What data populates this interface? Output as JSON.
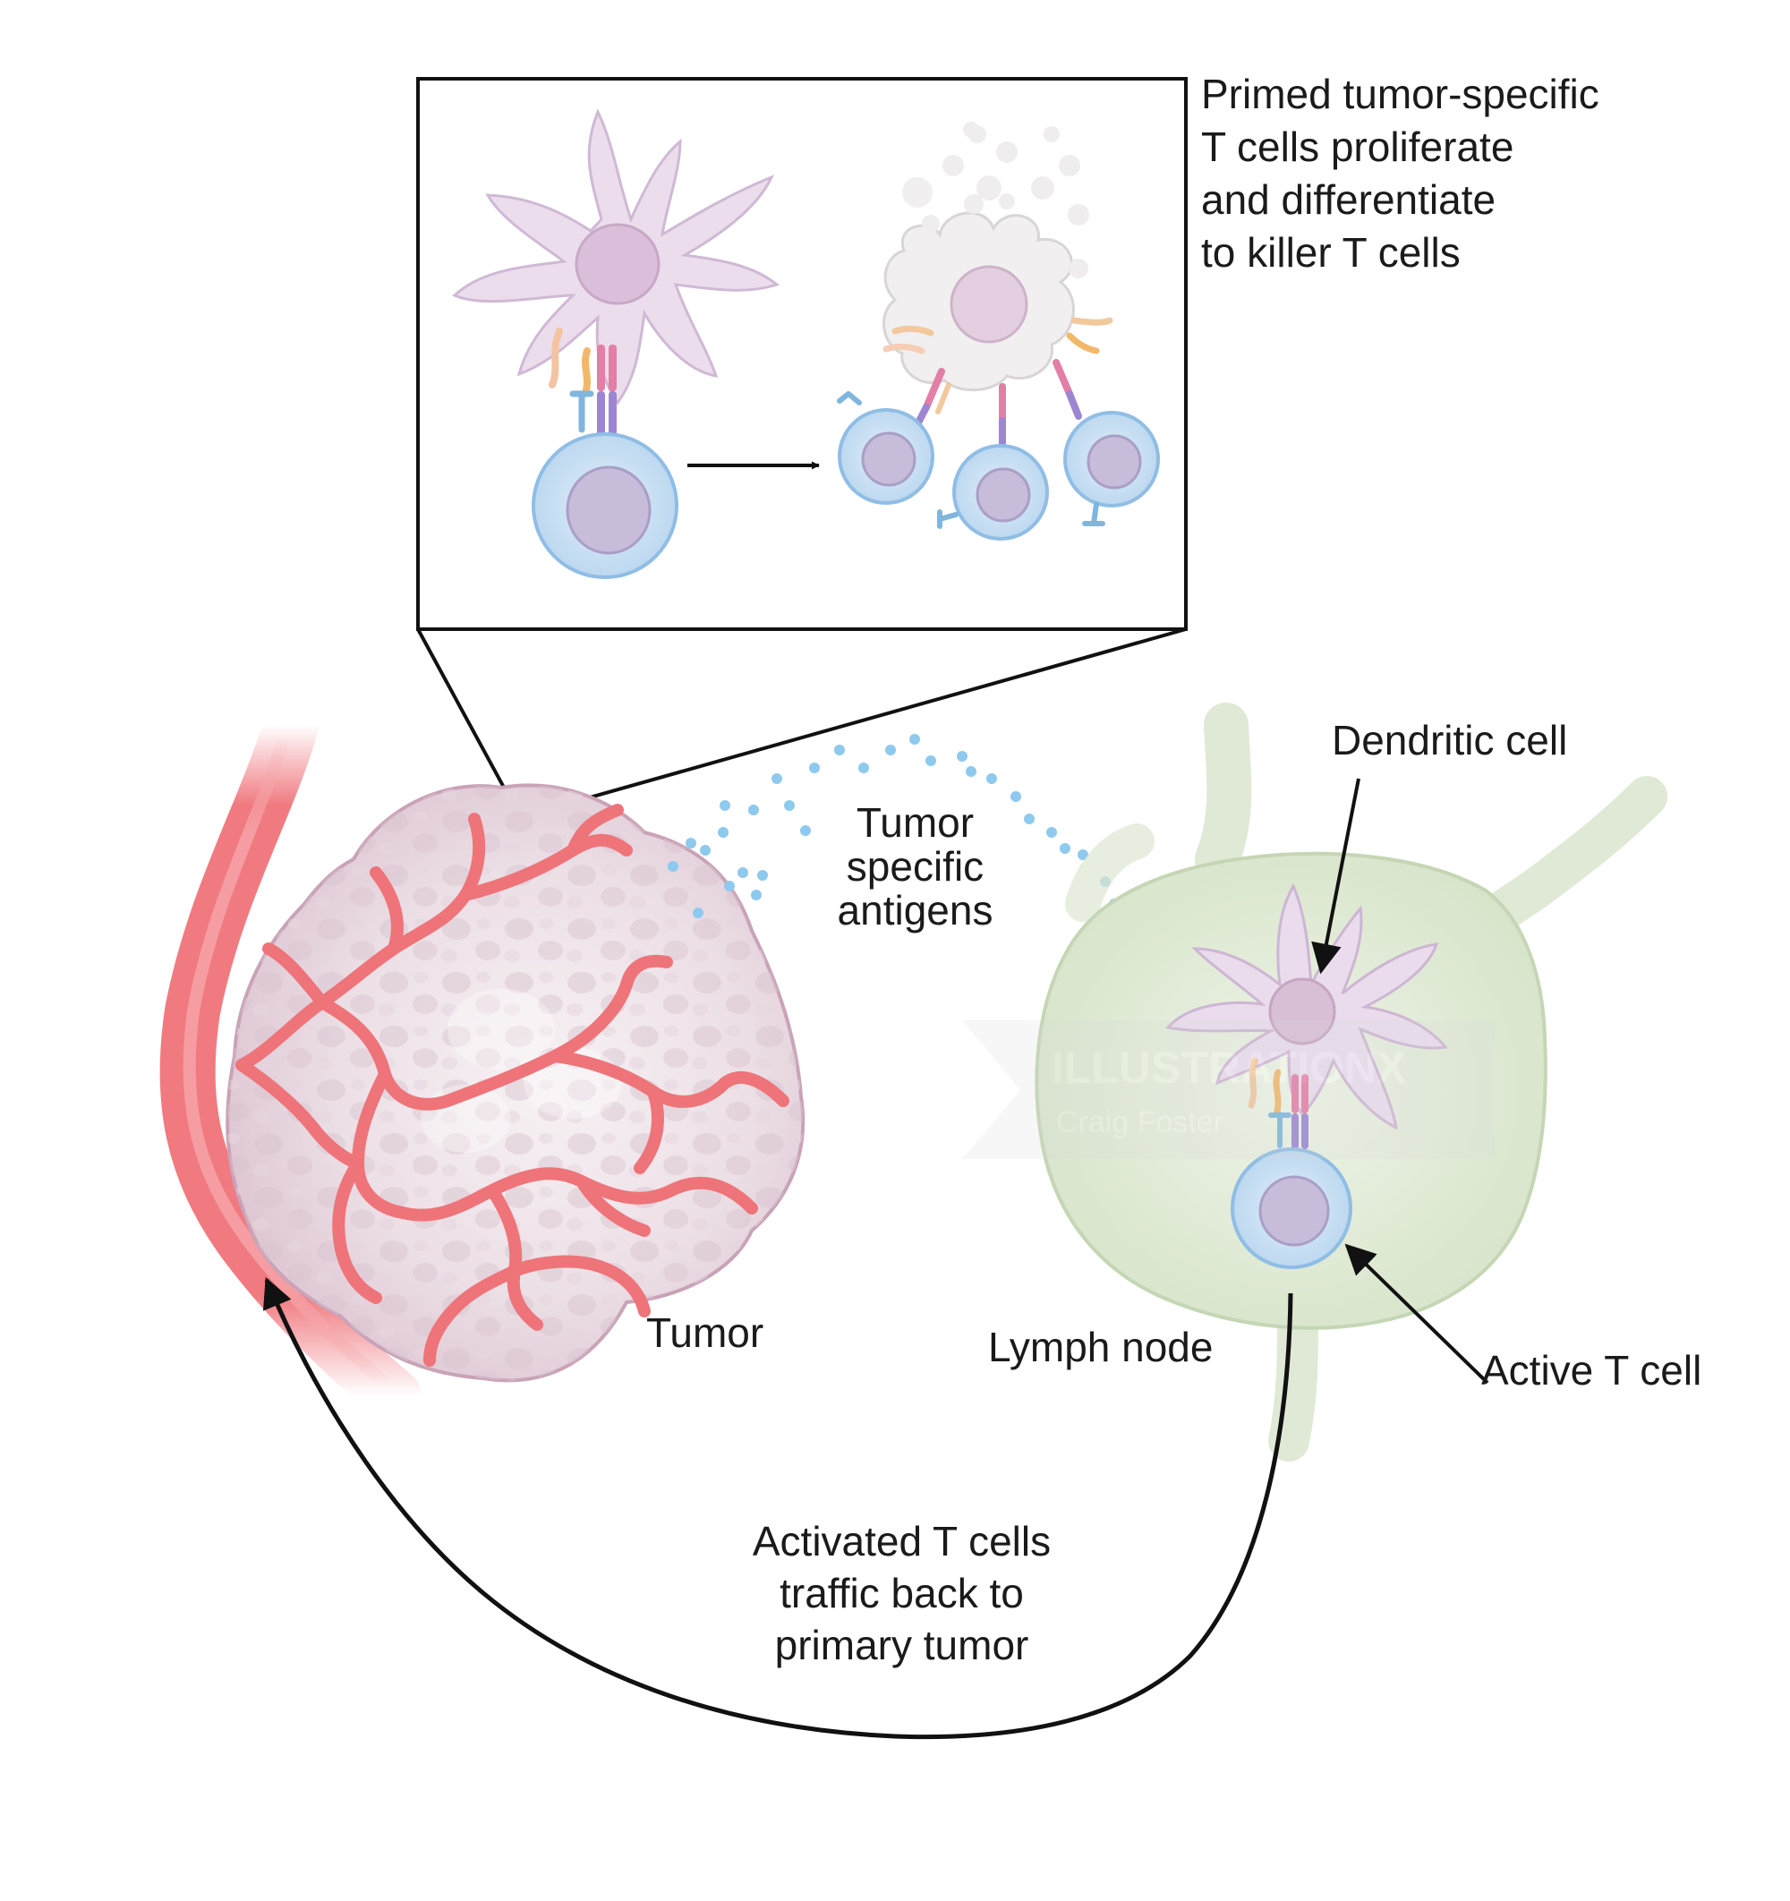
{
  "labels": {
    "inset_caption": "Primed tumor-specific\nT cells proliferate\nand differentiate\nto killer T cells",
    "dendritic_cell": "Dendritic cell",
    "tumor_specific_antigens": "Tumor\nspecific\nantigens",
    "tumor": "Tumor",
    "lymph_node": "Lymph node",
    "active_t_cell": "Active T cell",
    "trafficking": "Activated T cells\ntraffic back to\nprimary tumor",
    "watermark": "ILLUSTRATIONX",
    "watermark_credit": "Craig Foster"
  },
  "colors": {
    "blood_vessel": "#f07a80",
    "tumor_fill": "#eadbe3",
    "lymph_node_fill": "#e2ebd7",
    "dendritic_cell": "#eadcec",
    "t_cell": "#cfe2f3",
    "antigen_dot": "#8ec9ee",
    "outline": "#111111"
  }
}
